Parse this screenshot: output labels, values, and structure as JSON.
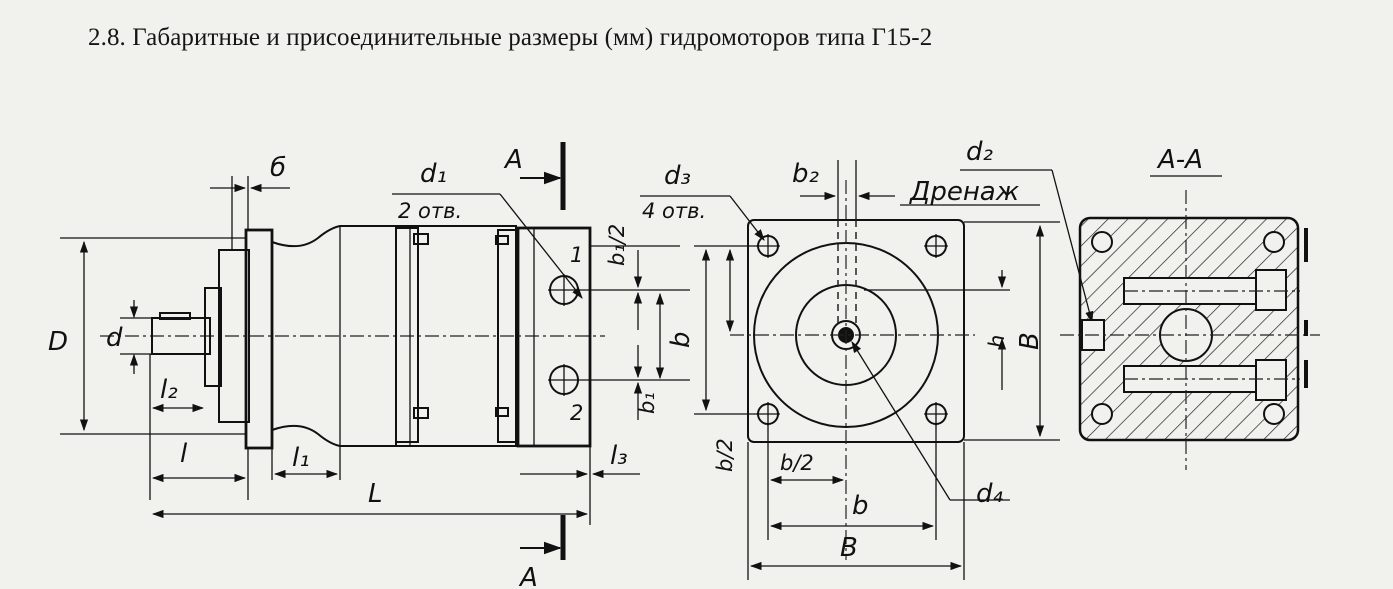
{
  "title": "2.8. Габаритные и присоединительные размеры (мм) гидромоторов типа Г15-2",
  "labels": {
    "side_view": {
      "D": "D",
      "d": "d",
      "l": "l",
      "l1": "l₁",
      "l2": "l₂",
      "l3": "l₃",
      "L": "L",
      "b_flange": "б",
      "d1": "d₁",
      "holes2": "2 отв.",
      "port1": "1",
      "port2": "2",
      "b1_half": "b₁/2",
      "b1": "b₁",
      "b": "b",
      "b_half": "b/2",
      "section_mark_top": "A",
      "section_mark_bottom": "A"
    },
    "end_view": {
      "d3": "d₃",
      "holes4": "4 отв.",
      "b2": "b₂",
      "drain": "Дренаж",
      "d2": "d₂",
      "h": "h",
      "B_vertical": "B",
      "b_half_bottom": "b/2",
      "b_bottom": "b",
      "B_bottom": "B",
      "d4": "d₄"
    },
    "section_view": {
      "title": "A-A"
    }
  },
  "colors": {
    "paper": "#f1f2ee",
    "ink": "#111111",
    "bleed": "#d6d7d3"
  }
}
